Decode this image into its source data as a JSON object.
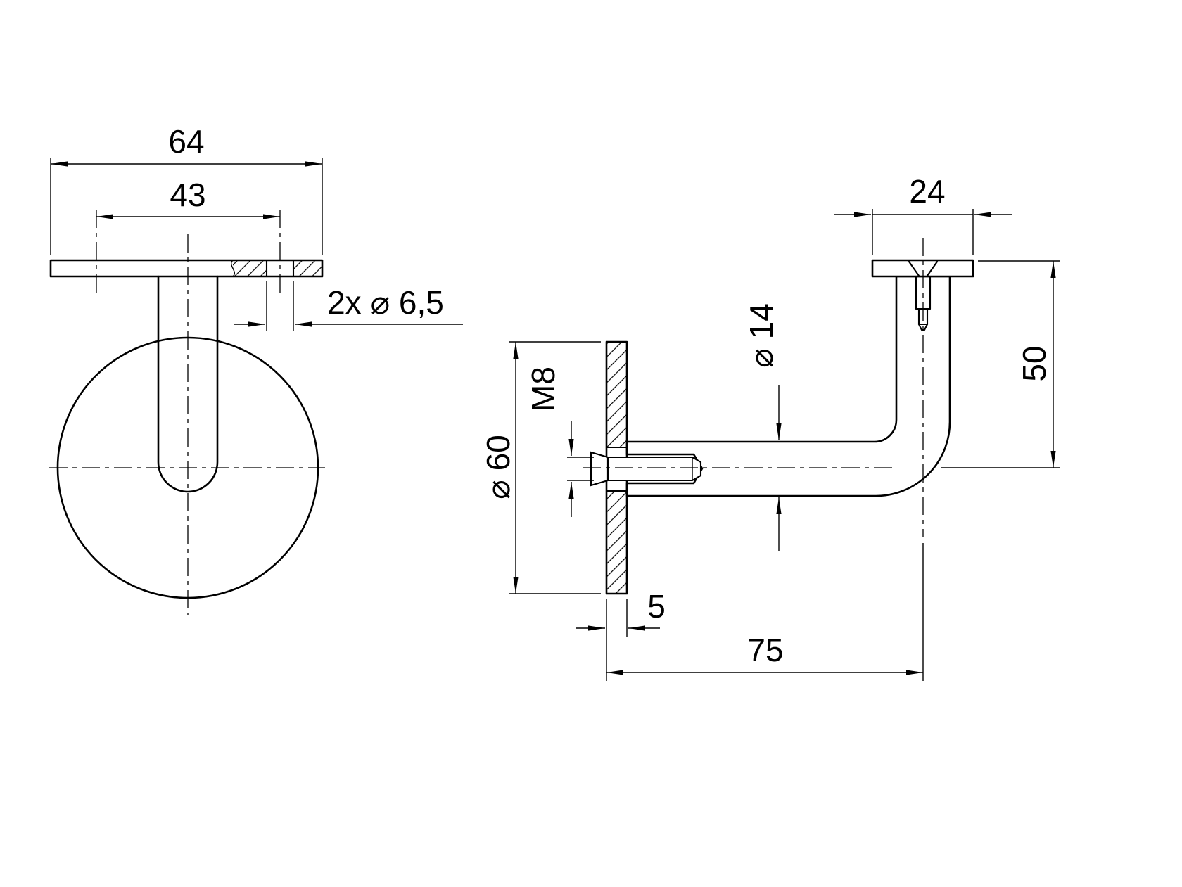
{
  "drawing": {
    "background": "#ffffff",
    "line_color": "#000000",
    "front_view": {
      "plate_width": "64",
      "hole_spacing": "43",
      "holes": "2x ⌀ 6,5"
    },
    "side_view": {
      "saddle_width": "24",
      "height": "50",
      "arm_diameter": "⌀ 14",
      "thread": "M8",
      "wall_plate_diameter": "⌀ 60",
      "wall_plate_thickness": "5",
      "projection": "75"
    }
  }
}
